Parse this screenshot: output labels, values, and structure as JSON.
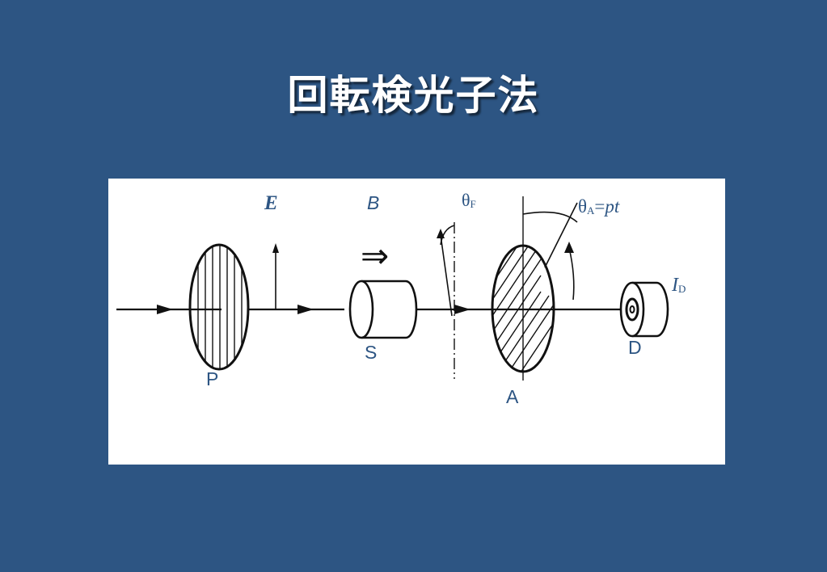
{
  "title": "回転検光子法",
  "labels": {
    "E": "E",
    "B": "B",
    "theta_f_base": "θ",
    "theta_f_sub": "F",
    "theta_a_base": "θ",
    "theta_a_sub": "A",
    "theta_a_eq": "=",
    "theta_a_expr": "pt",
    "id_base": "I",
    "id_sub": "D",
    "P": "P",
    "S": "S",
    "A": "A",
    "D": "D",
    "field_arrow": "⇒"
  },
  "colors": {
    "background": "#2d5583",
    "label": "#2d5583",
    "panel": "#ffffff",
    "ink": "#111111"
  }
}
